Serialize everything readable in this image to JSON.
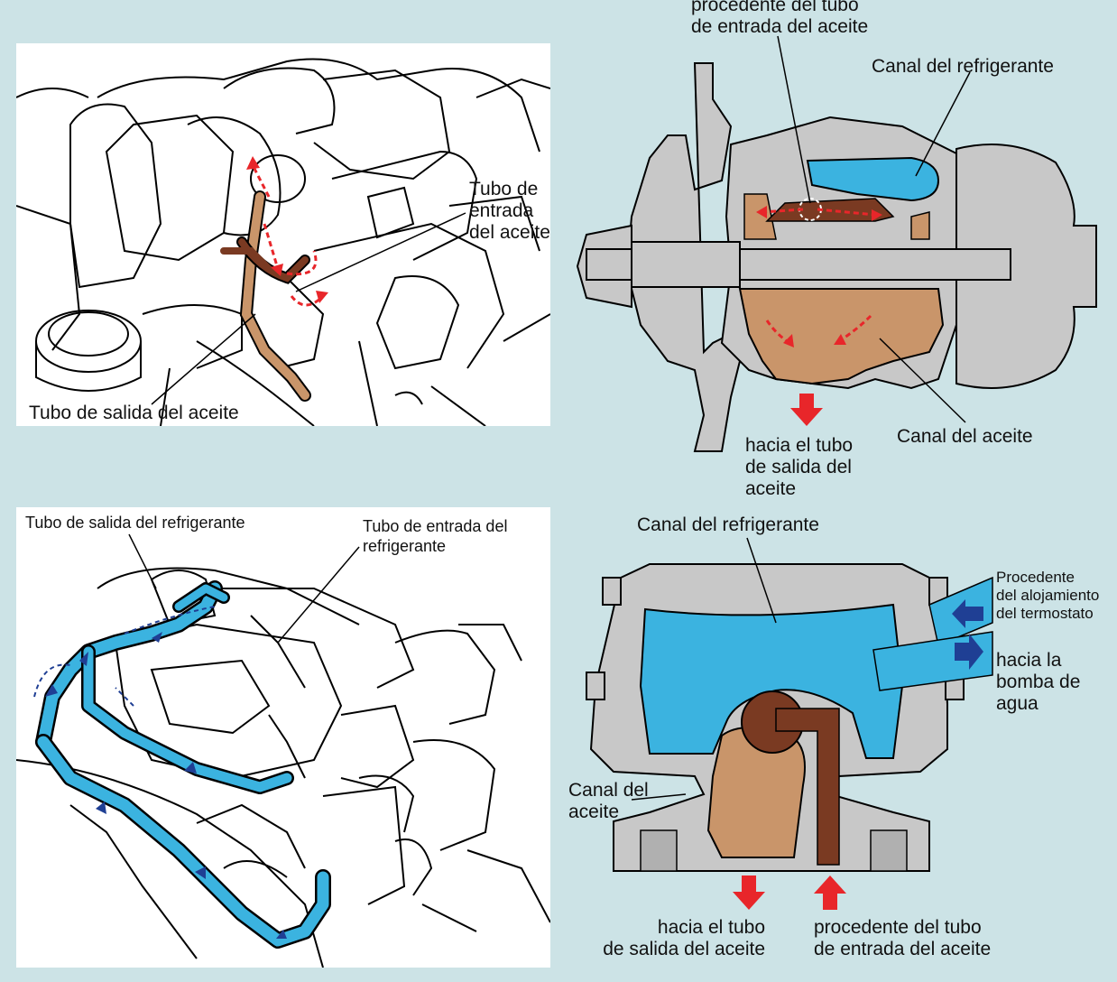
{
  "labels": {
    "oil_in_pipe": "Tubo de\nentrada\ndel aceite",
    "oil_out_pipe": "Tubo de salida del aceite",
    "from_oil_in": "procedente del tubo\nde entrada del aceite",
    "coolant_channel_top": "Canal del refrigerante",
    "to_oil_out": "hacia el tubo\nde salida del\naceite",
    "oil_channel_top": "Canal del aceite",
    "coolant_out_pipe": "Tubo de salida del refrigerante",
    "coolant_in_pipe": "Tubo de entrada del\nrefrigerante",
    "coolant_channel_bottom": "Canal del refrigerante",
    "from_thermostat": "Procedente\ndel alojamiento\ndel termostato",
    "to_water_pump": "hacia la\nbomba de\nagua",
    "oil_channel_bottom": "Canal del\naceite",
    "to_oil_out_bottom": "hacia el tubo\nde salida del aceite",
    "from_oil_in_bottom": "procedente del tubo\nde entrada del aceite"
  },
  "colors": {
    "background": "#cce3e6",
    "housing": "#c8c8c8",
    "coolant": "#3bb3e0",
    "oil": "#c9956a",
    "oil_dark": "#7a3a22",
    "arrow_red": "#e8262a",
    "arrow_blue": "#1f3f94"
  }
}
